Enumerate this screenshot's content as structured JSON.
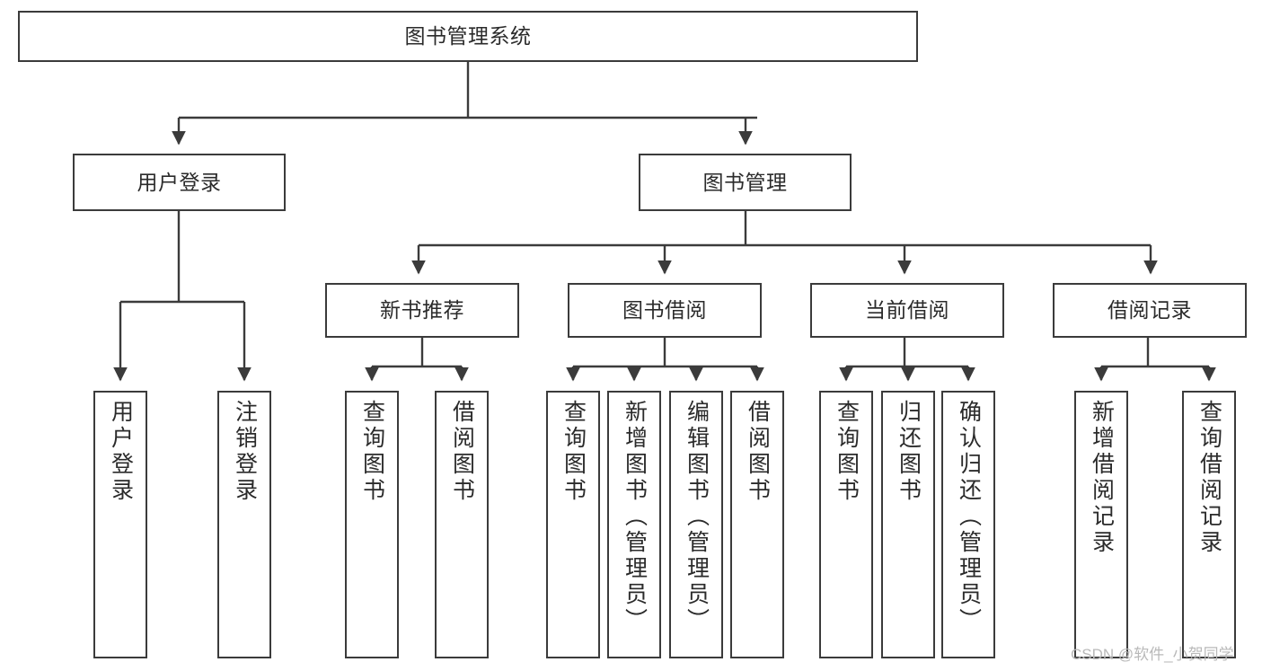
{
  "diagram": {
    "title": "图书管理系统",
    "type": "hierarchy-tree",
    "arrow_color": "#3b3b3b",
    "box_border_color": "#3b3b3b",
    "box_fill_color": "#ffffff",
    "text_color": "#2b2b2b",
    "root": {
      "label": "图书管理系统"
    },
    "level2": [
      {
        "label": "用户登录"
      },
      {
        "label": "图书管理"
      }
    ],
    "level3": [
      {
        "label": "新书推荐"
      },
      {
        "label": "图书借阅"
      },
      {
        "label": "当前借阅"
      },
      {
        "label": "借阅记录"
      }
    ],
    "leaves": {
      "user_login": [
        {
          "label": "用户登录"
        },
        {
          "label": "注销登录"
        }
      ],
      "new_book_recommend": [
        {
          "label": "查询图书"
        },
        {
          "label": "借阅图书"
        }
      ],
      "book_borrow": [
        {
          "label": "查询图书"
        },
        {
          "label": "新增图书（管理员）"
        },
        {
          "label": "编辑图书（管理员）"
        },
        {
          "label": "借阅图书"
        }
      ],
      "current_borrow": [
        {
          "label": "查询图书"
        },
        {
          "label": "归还图书"
        },
        {
          "label": "确认归还（管理员）"
        }
      ],
      "borrow_record": [
        {
          "label": "新增借阅记录"
        },
        {
          "label": "查询借阅记录"
        }
      ]
    }
  },
  "watermark": {
    "text": "CSDN @软件_小贺同学"
  }
}
